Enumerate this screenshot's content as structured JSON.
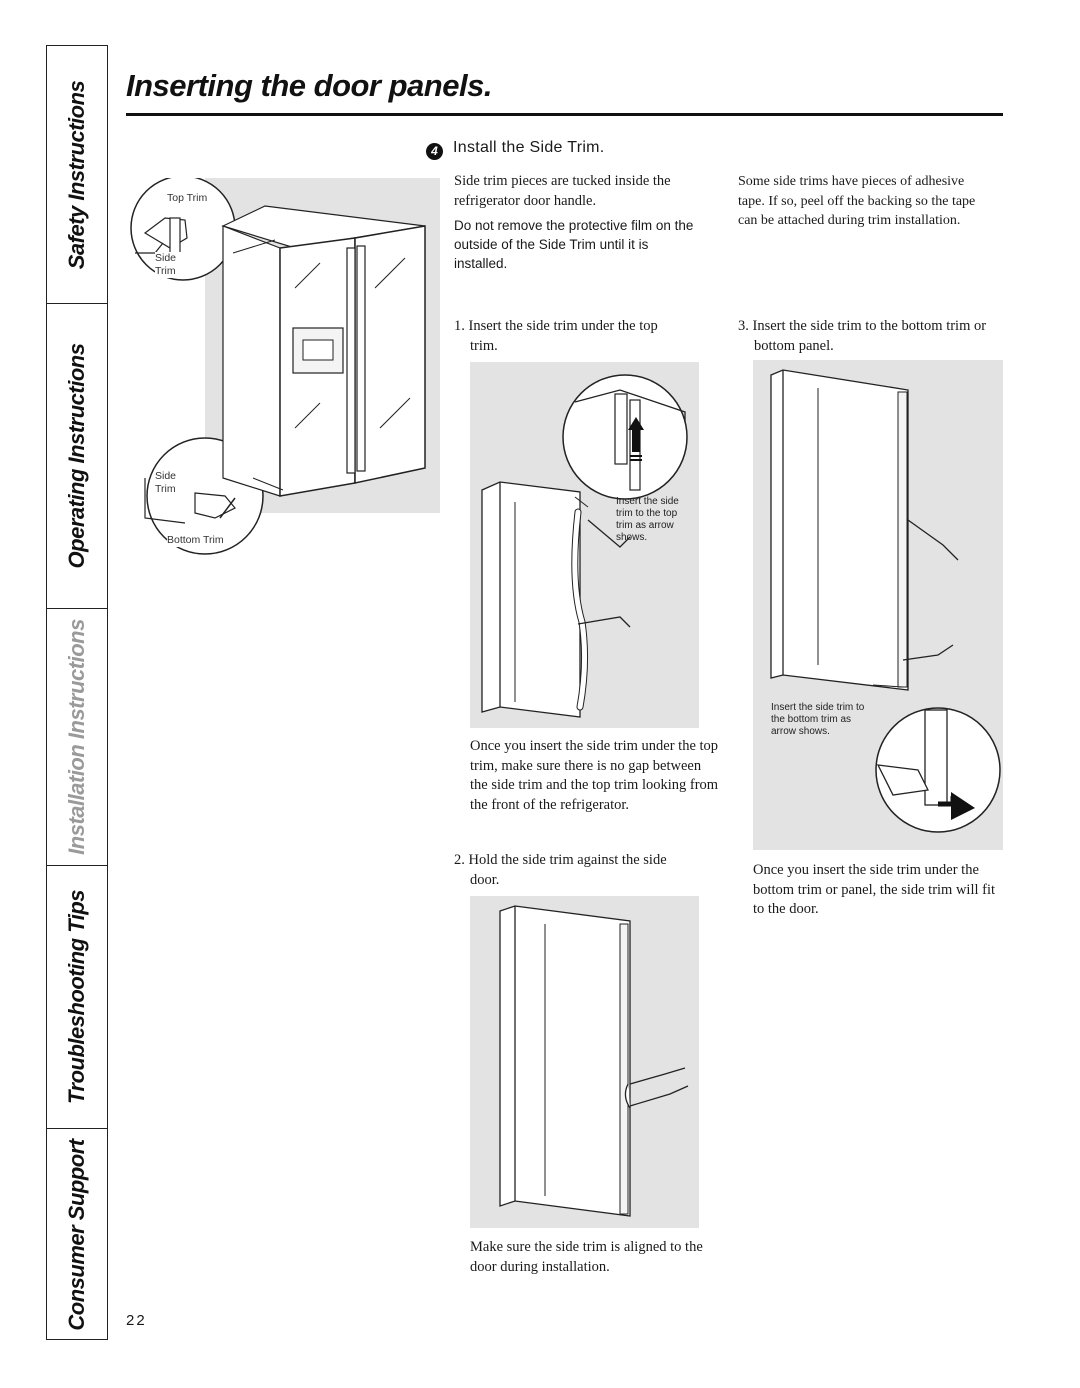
{
  "page": {
    "title": "Inserting the door panels.",
    "page_number": "22"
  },
  "side_tabs": [
    {
      "label": "Safety Instructions",
      "active": false
    },
    {
      "label": "Operating Instructions",
      "active": false
    },
    {
      "label": "Installation Instructions",
      "active": true
    },
    {
      "label": "Troubleshooting Tips",
      "active": false
    },
    {
      "label": "Consumer Support",
      "active": false
    }
  ],
  "step": {
    "number": "4",
    "title": "Install the Side Trim."
  },
  "intro": {
    "para1": "Side trim pieces are tucked inside the refrigerator door handle.",
    "para2": "Do not remove the protective film on the outside of the Side Trim until it is installed.",
    "para3": "Some side trims have pieces of adhesive tape. If so, peel off the backing so the tape can be attached during trim installation."
  },
  "steps": [
    {
      "text": "1. Insert the side trim under the top trim.",
      "callout": "Insert the side trim to the top trim as arrow shows.",
      "note": "Once you insert the side trim under the top trim, make sure there is no gap between the side trim and the top trim looking from the front of the refrigerator."
    },
    {
      "text": "2. Hold the side trim against the side door.",
      "note": "Make sure the side trim is aligned to the door during installation."
    },
    {
      "text": "3. Insert the side trim to the bottom trim or bottom panel.",
      "callout": "Insert the side trim to the bottom trim as arrow shows.",
      "note": "Once you insert the side trim under the bottom trim or panel, the side trim will fit to the door."
    }
  ],
  "overview_labels": {
    "top_trim": "Top Trim",
    "side_trim_top": "Side Trim",
    "side_trim_bottom": "Side Trim",
    "bottom_trim": "Bottom Trim"
  },
  "colors": {
    "figure_bg": "#e3e3e3",
    "active_tab": "#9a9a9a",
    "text": "#1a1a1a"
  }
}
